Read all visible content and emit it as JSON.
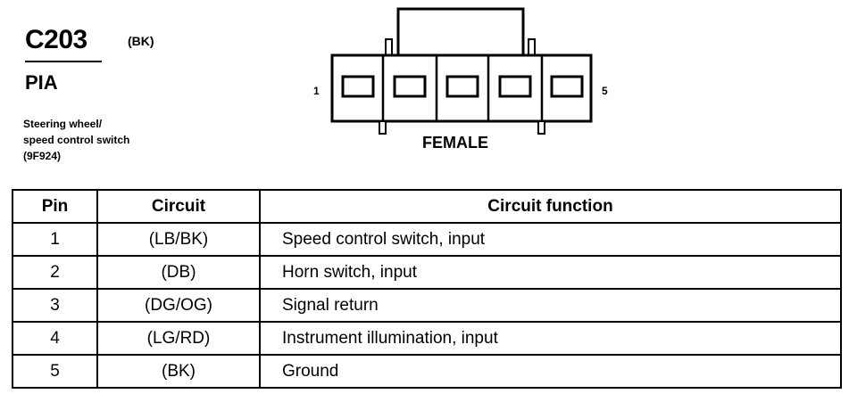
{
  "connector": {
    "id": "C203",
    "color_code": "(BK)",
    "code": "PIA",
    "description_lines": [
      "Steering wheel/",
      "speed control switch",
      "(9F924)"
    ]
  },
  "diagram": {
    "pin_label_left": "1",
    "pin_label_right": "5",
    "gender_label": "FEMALE"
  },
  "table": {
    "headers": [
      "Pin",
      "Circuit",
      "Circuit function"
    ],
    "rows": [
      {
        "pin": "1",
        "circuit": "(LB/BK)",
        "function": "Speed control switch, input"
      },
      {
        "pin": "2",
        "circuit": "(DB)",
        "function": "Horn switch, input"
      },
      {
        "pin": "3",
        "circuit": "(DG/OG)",
        "function": "Signal return"
      },
      {
        "pin": "4",
        "circuit": "(LG/RD)",
        "function": "Instrument illumination, input"
      },
      {
        "pin": "5",
        "circuit": "(BK)",
        "function": "Ground"
      }
    ]
  }
}
